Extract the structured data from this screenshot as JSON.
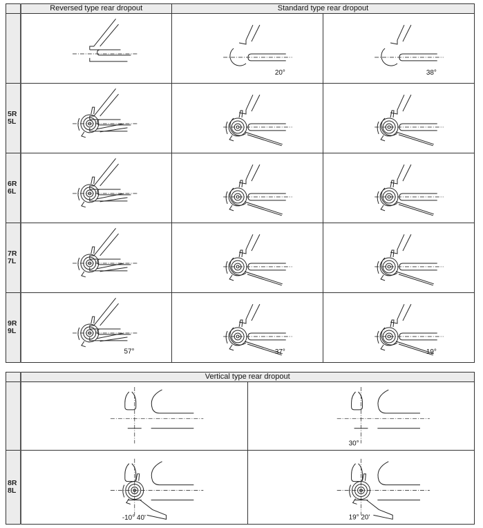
{
  "table1": {
    "headers": {
      "reversed": "Reversed type rear dropout",
      "standard": "Standard type rear dropout"
    },
    "rows": [
      {
        "label": "",
        "cells": [
          {
            "kind": "reversed",
            "der": false,
            "angle": ""
          },
          {
            "kind": "standard",
            "der": false,
            "angle": "20°"
          },
          {
            "kind": "standard",
            "der": false,
            "angle": "38°"
          }
        ]
      },
      {
        "label": "5R\n5L",
        "cells": [
          {
            "kind": "reversed",
            "der": true,
            "angle": ""
          },
          {
            "kind": "standard",
            "der": true,
            "angle": ""
          },
          {
            "kind": "standard",
            "der": true,
            "angle": ""
          }
        ]
      },
      {
        "label": "6R\n6L",
        "cells": [
          {
            "kind": "reversed",
            "der": true,
            "angle": ""
          },
          {
            "kind": "standard",
            "der": true,
            "angle": ""
          },
          {
            "kind": "standard",
            "der": true,
            "angle": ""
          }
        ]
      },
      {
        "label": "7R\n7L",
        "cells": [
          {
            "kind": "reversed",
            "der": true,
            "angle": ""
          },
          {
            "kind": "standard",
            "der": true,
            "angle": ""
          },
          {
            "kind": "standard",
            "der": true,
            "angle": ""
          }
        ]
      },
      {
        "label": "9R\n9L",
        "cells": [
          {
            "kind": "reversed",
            "der": true,
            "angle": "57°"
          },
          {
            "kind": "standard",
            "der": true,
            "angle": "37°"
          },
          {
            "kind": "standard",
            "der": true,
            "angle": "19°"
          }
        ]
      }
    ]
  },
  "table2": {
    "header": "Vertical type rear dropout",
    "rows": [
      {
        "label": "",
        "cells": [
          {
            "kind": "vertical",
            "der": false,
            "angle": ""
          },
          {
            "kind": "vertical",
            "der": false,
            "angle": "30°"
          }
        ]
      },
      {
        "label": "8R\n8L",
        "cells": [
          {
            "kind": "vertical",
            "der": true,
            "angle": "-10° 40'"
          },
          {
            "kind": "vertical",
            "der": true,
            "angle": "19° 20'"
          }
        ]
      }
    ]
  }
}
